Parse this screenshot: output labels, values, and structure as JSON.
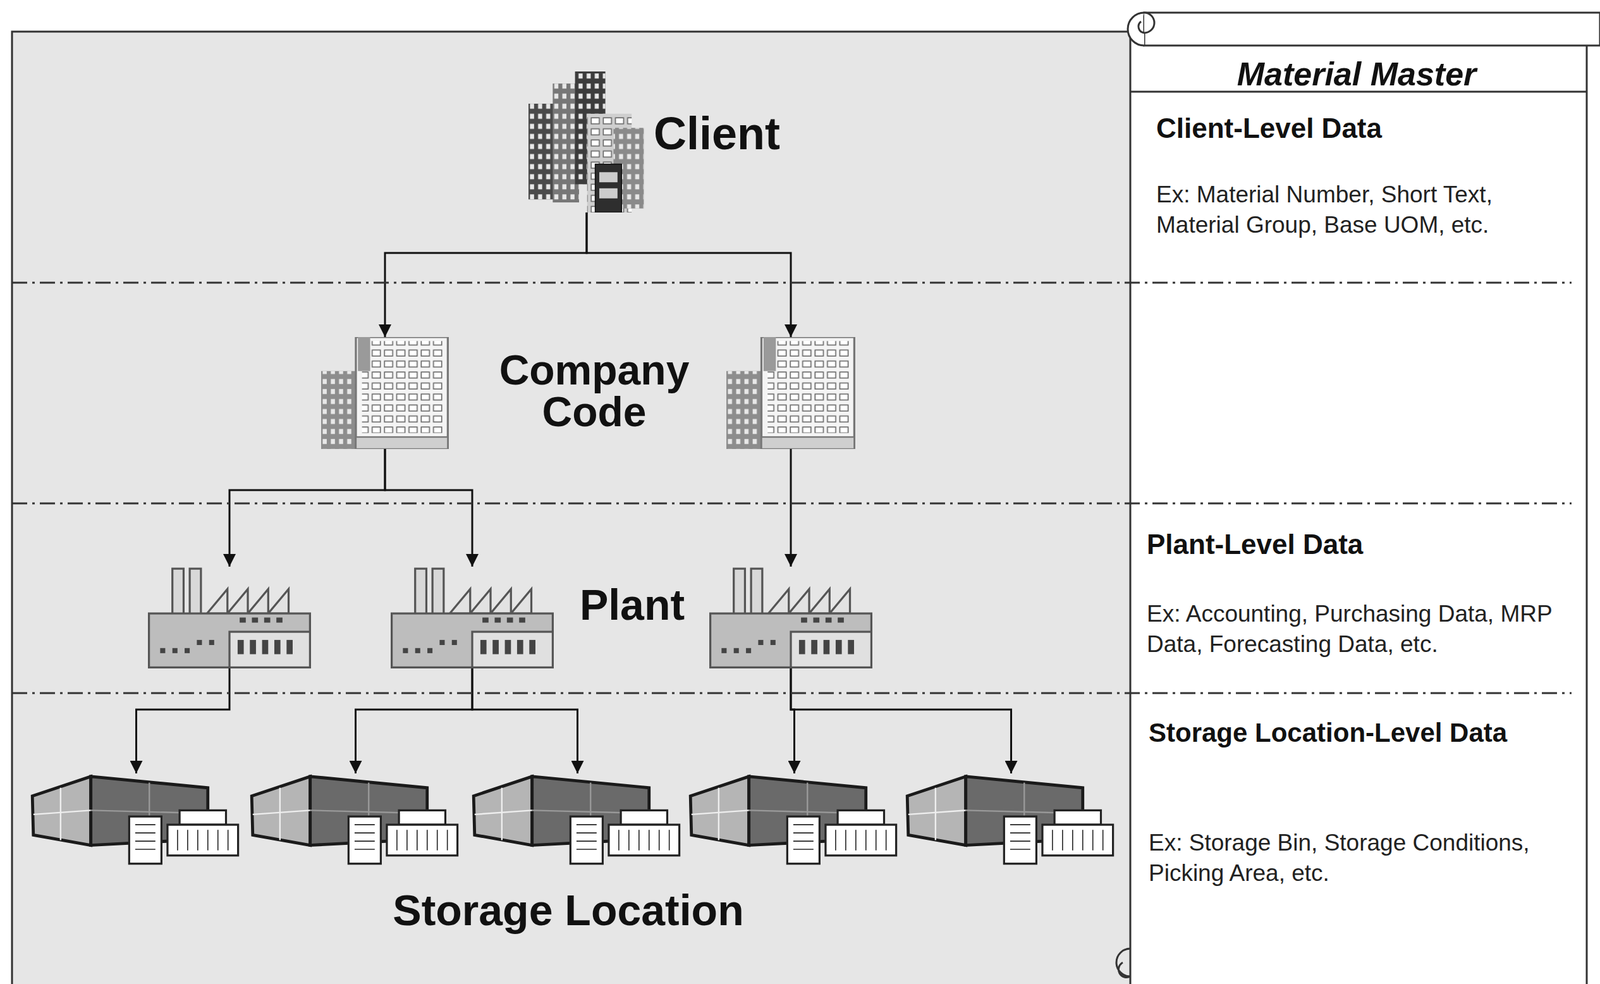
{
  "diagram": {
    "nodes": [
      {
        "text": [
          "Client"
        ]
      },
      {
        "text": []
      },
      {
        "text": []
      },
      {
        "text": []
      },
      {
        "text": []
      },
      {
        "text": []
      },
      {
        "text": []
      },
      {
        "text": []
      },
      {
        "text": []
      },
      {
        "text": []
      },
      {
        "text": []
      },
      {
        "text": [
          "Material Master",
          "Client-Level Data",
          "Ex: Material Number, Short Text, Material Group, Base UOM, etc.",
          "Plant-Level Data",
          "Ex: Accounting, Purchasing Data, MRP Data, Forecasting Data, etc.",
          "Storage Location-Level Data",
          "Ex: Storage Bin, Storage Conditions, Picking Area, etc."
        ]
      }
    ],
    "edges": [
      {
        "from": 0,
        "to": 1,
        "arrow": "to"
      },
      {
        "from": 0,
        "to": 2,
        "arrow": "to"
      },
      {
        "from": 1,
        "to": 3,
        "arrow": "to"
      },
      {
        "from": 1,
        "to": 4,
        "arrow": "to"
      },
      {
        "from": 2,
        "to": 5,
        "arrow": "to"
      },
      {
        "from": 3,
        "to": 6,
        "arrow": "to"
      },
      {
        "from": 4,
        "to": 7,
        "arrow": "to"
      },
      {
        "from": 4,
        "to": 8,
        "arrow": "to"
      },
      {
        "from": 5,
        "to": 9,
        "arrow": "to"
      },
      {
        "from": 5,
        "to": 10,
        "arrow": "to"
      }
    ],
    "labels": [
      "Company Code",
      "Plant",
      "Storage Location"
    ]
  }
}
